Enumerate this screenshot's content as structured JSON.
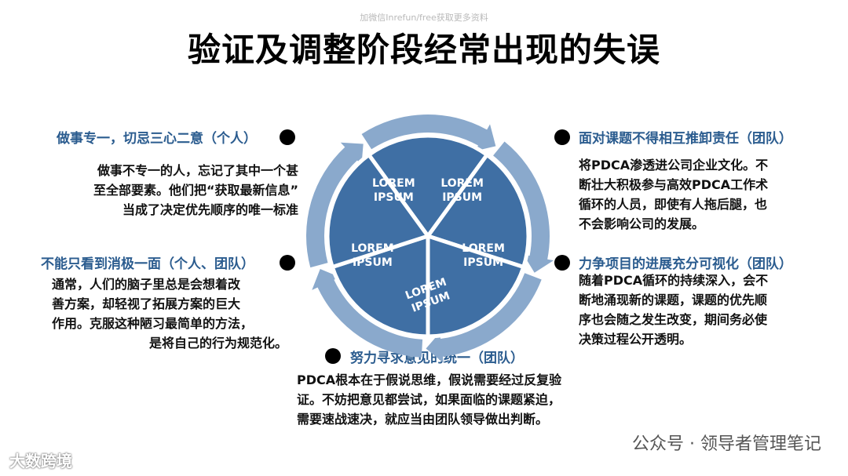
{
  "watermark_top": "加微信Inrefun/free获取更多资料",
  "title": "验证及调整阶段经常出现的失误",
  "diagram": {
    "segments": [
      "LOREM IPSUM",
      "LOREM IPSUM",
      "LOREM IPSUM",
      "LOREM IPSUM",
      "LOREM IPSUM"
    ],
    "colors": {
      "outer_ring": "#8aa9cc",
      "segment": "#3f6fa4",
      "segment_stroke": "#ffffff"
    }
  },
  "items": [
    {
      "heading": "做事专一，切忌三心二意（个人）",
      "lines": [
        "做事不专一的人，忘记了其中一个甚",
        "至全部要素。他们把“获取最新信息”",
        "当成了决定优先顺序的唯一标准"
      ]
    },
    {
      "heading": "面对课题不得相互推卸责任（团队）",
      "lines": [
        "将PDCA渗透进公司企业文化。不",
        "断壮大积极参与高效PDCA工作术",
        "循环的人员，即使有人拖后腿，也",
        "不会影响公司的发展。"
      ]
    },
    {
      "heading": "不能只看到消极一面（个人、团队）",
      "lines": [
        "通常，人们的脑子里总是会想着改",
        "善方案，却轻视了拓展方案的巨大",
        "作用。克服这种陋习最简单的方法，",
        "是将自己的行为规范化。"
      ]
    },
    {
      "heading": "力争项目的进展充分可视化（团队）",
      "lines": [
        "随着PDCA循环的持续深入，会不",
        "断地涌现新的课题，课题的优先顺",
        "序也会随之发生改变，期间务必使",
        "决策过程公开透明。"
      ]
    },
    {
      "heading": "努力寻求意见的统一（团队）",
      "lines": [
        "PDCA根本在于假说思维，假说需要经过反复验",
        "证。不妨把意见都尝试，如果面临的课题紧迫，",
        "需要速战速决，就应当由团队领导做出判断。"
      ]
    }
  ],
  "watermark_bottom": "公众号 · 领导者管理笔记",
  "watermark_left": "大数跨境",
  "colors": {
    "heading": "#2b5c8f",
    "text": "#111111"
  }
}
